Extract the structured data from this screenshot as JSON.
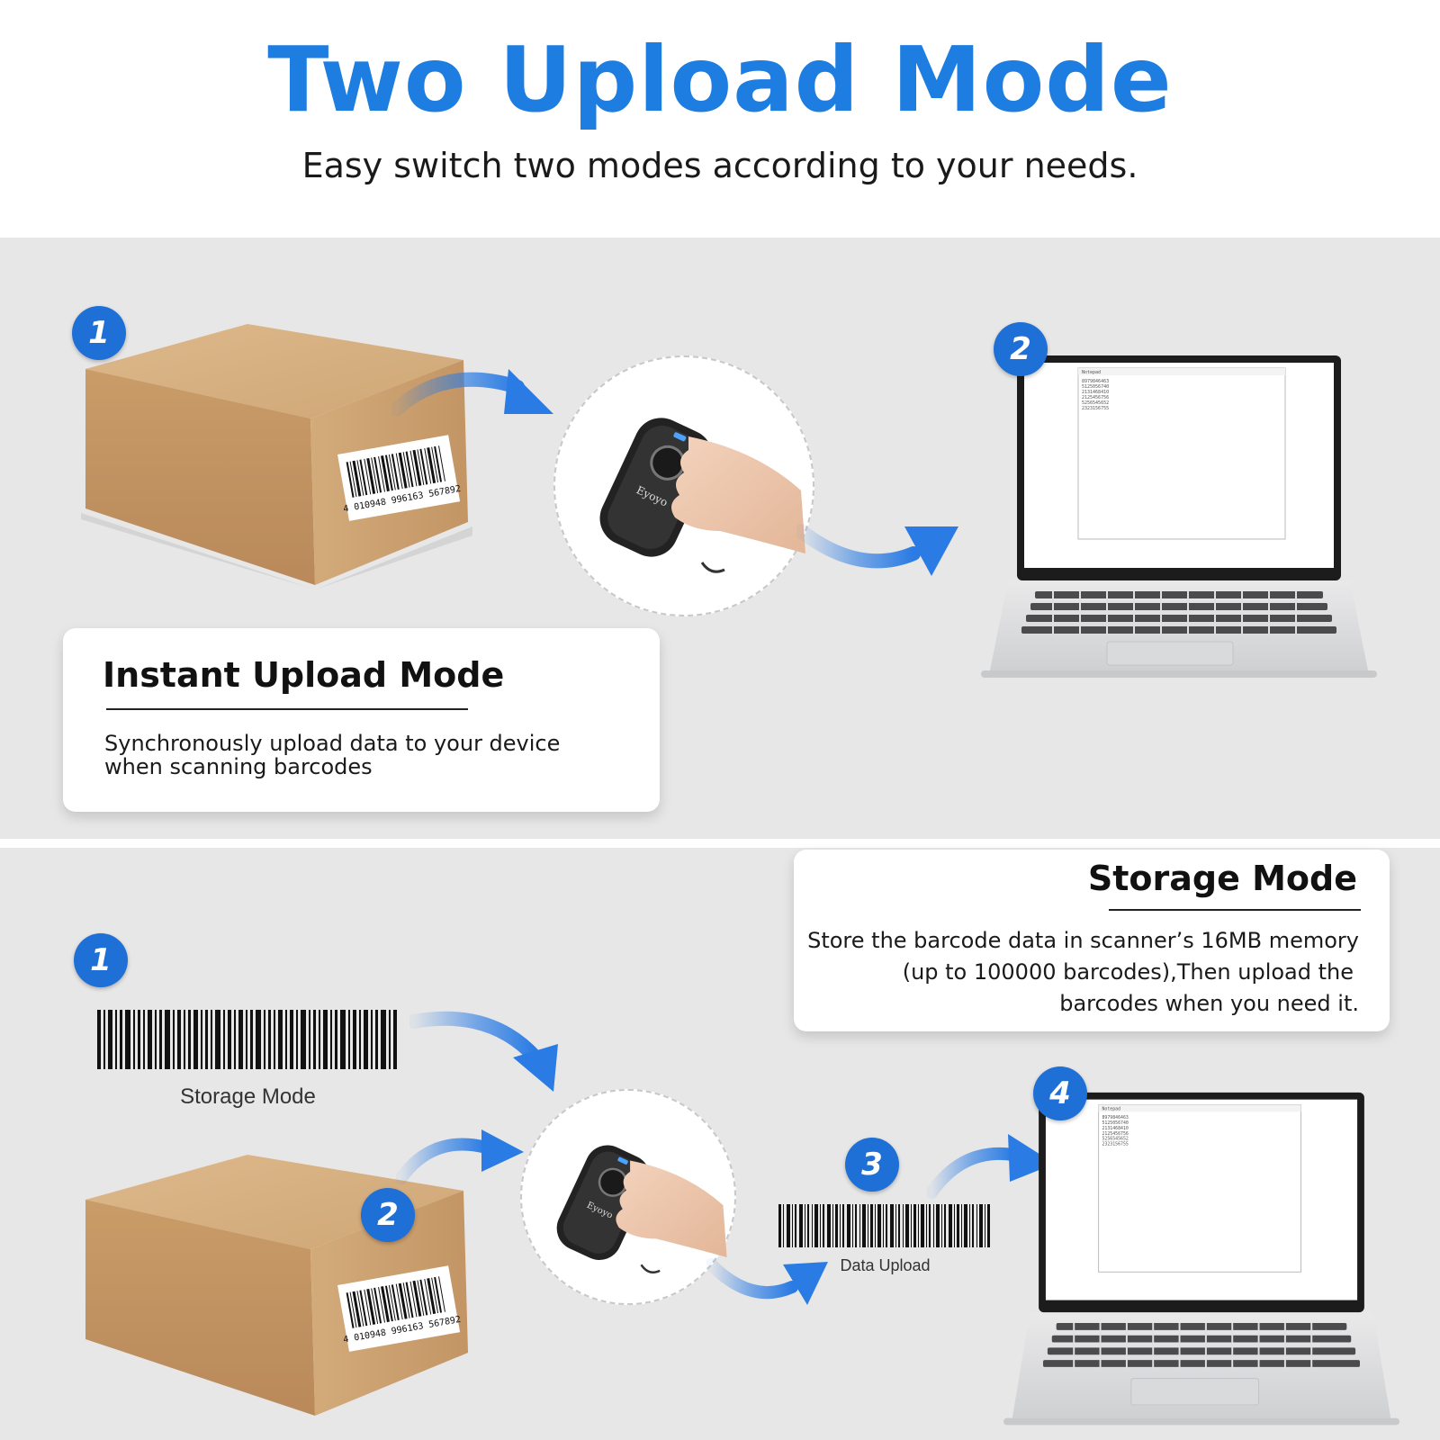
{
  "header": {
    "title": "Two Upload Mode",
    "subtitle": "Easy switch two modes according to your needs."
  },
  "instant": {
    "step1": "1",
    "step2": "2",
    "card_title": "Instant Upload Mode",
    "card_line1": "Synchronously upload data to your device",
    "card_line2": "when scanning barcodes"
  },
  "storage": {
    "card_title": "Storage Mode",
    "card_line1": "Store the barcode data in scanner’s 16MB memory",
    "card_line2": "(up to 100000 barcodes),Then upload the",
    "card_line3": "barcodes when you need it.",
    "step1": "1",
    "step2": "2",
    "step3": "3",
    "step4": "4",
    "barcode_storage_label": "Storage Mode",
    "barcode_upload_label": "Data Upload"
  },
  "package_barcode_digits": "4 010948 996163 567892",
  "scanner_brand": "Eyoyo",
  "colors": {
    "title_blue": "#1e7de0",
    "badge_blue": "#1e6fd6",
    "arrow_blue": "#2a7be4",
    "panel_gray": "#e7e7e7",
    "cardboard": "#c9a06e"
  },
  "icons": [
    "cardboard-box-icon",
    "barcode-scanner-icon",
    "laptop-icon",
    "barcode-icon",
    "arrow-icon"
  ]
}
